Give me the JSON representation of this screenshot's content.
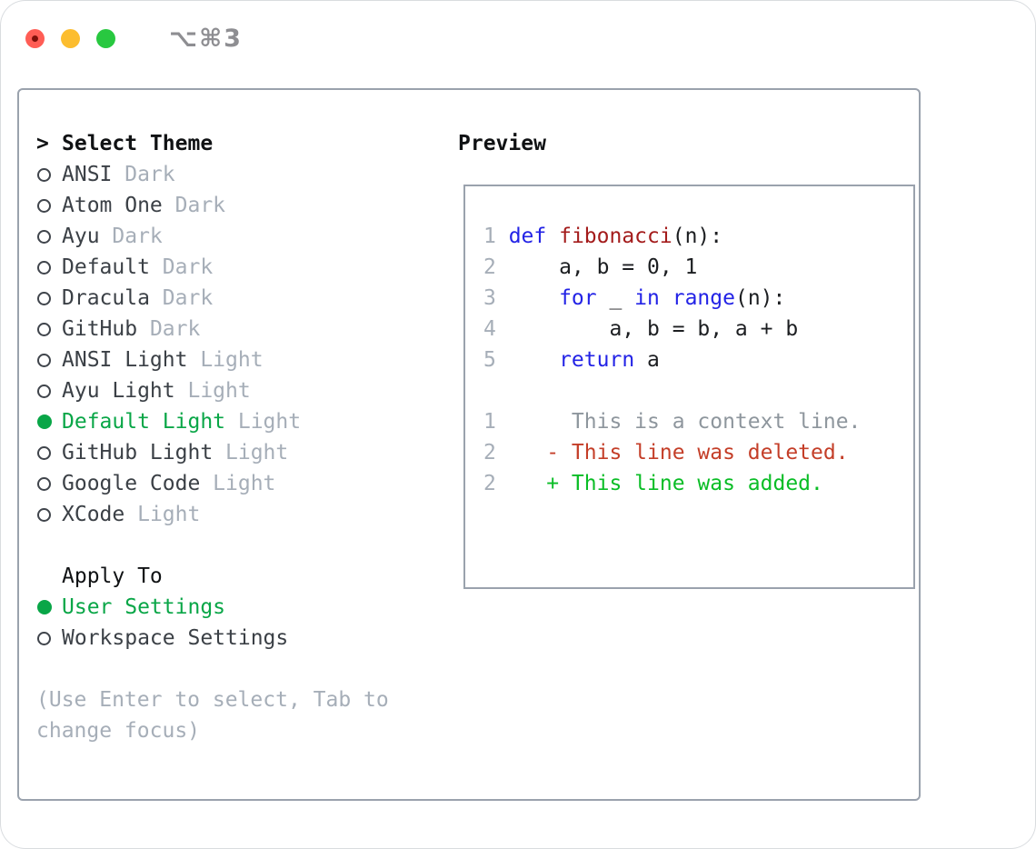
{
  "window": {
    "title": "⌥⌘3",
    "controls": [
      {
        "name": "close",
        "color_key": "traffic_red"
      },
      {
        "name": "minimize",
        "color_key": "traffic_yellow"
      },
      {
        "name": "zoom",
        "color_key": "traffic_green"
      }
    ]
  },
  "theme_panel": {
    "heading_marker": ">",
    "heading": "Select Theme",
    "items": [
      {
        "name": "ANSI",
        "tag": "Dark",
        "selected": false
      },
      {
        "name": "Atom One",
        "tag": "Dark",
        "selected": false
      },
      {
        "name": "Ayu",
        "tag": "Dark",
        "selected": false
      },
      {
        "name": "Default",
        "tag": "Dark",
        "selected": false
      },
      {
        "name": "Dracula",
        "tag": "Dark",
        "selected": false
      },
      {
        "name": "GitHub",
        "tag": "Dark",
        "selected": false
      },
      {
        "name": "ANSI Light",
        "tag": "Light",
        "selected": false
      },
      {
        "name": "Ayu Light",
        "tag": "Light",
        "selected": false
      },
      {
        "name": "Default Light",
        "tag": "Light",
        "selected": true
      },
      {
        "name": "GitHub Light",
        "tag": "Light",
        "selected": false
      },
      {
        "name": "Google Code",
        "tag": "Light",
        "selected": false
      },
      {
        "name": "XCode",
        "tag": "Light",
        "selected": false
      }
    ],
    "apply_heading": "Apply To",
    "apply_options": [
      {
        "label": "User Settings",
        "selected": true
      },
      {
        "label": "Workspace Settings",
        "selected": false
      }
    ],
    "help_lines": [
      "(Use Enter to select, Tab to",
      "change focus)"
    ]
  },
  "preview": {
    "heading": "Preview",
    "code_lines": [
      {
        "num": "1",
        "segments": [
          {
            "style": "keyword",
            "text": "def"
          },
          {
            "style": "plain",
            "text": " "
          },
          {
            "style": "function",
            "text": "fibonacci"
          },
          {
            "style": "plain",
            "text": "(n):"
          }
        ]
      },
      {
        "num": "2",
        "segments": [
          {
            "style": "plain",
            "text": "    a, b = 0, 1"
          }
        ]
      },
      {
        "num": "3",
        "segments": [
          {
            "style": "plain",
            "text": "    "
          },
          {
            "style": "keyword",
            "text": "for"
          },
          {
            "style": "plain",
            "text": " _ "
          },
          {
            "style": "keyword",
            "text": "in"
          },
          {
            "style": "plain",
            "text": " "
          },
          {
            "style": "keyword",
            "text": "range"
          },
          {
            "style": "plain",
            "text": "(n):"
          }
        ]
      },
      {
        "num": "4",
        "segments": [
          {
            "style": "plain",
            "text": "        a, b = b, a + b"
          }
        ]
      },
      {
        "num": "5",
        "segments": [
          {
            "style": "plain",
            "text": "    "
          },
          {
            "style": "keyword",
            "text": "return"
          },
          {
            "style": "plain",
            "text": " a"
          }
        ]
      }
    ],
    "diff_lines": [
      {
        "num": "1",
        "style": "context",
        "text": "     This is a context line."
      },
      {
        "num": "2",
        "style": "deleted",
        "text": "   - This line was deleted."
      },
      {
        "num": "2",
        "style": "added",
        "text": "   + This line was added."
      }
    ]
  },
  "colors": {
    "selection_green": "#09a647",
    "added_green": "#0abd26",
    "deleted_red": "#c43e28",
    "keyword_blue": "#2323e6",
    "function_red": "#a31b1b",
    "code_text": "#1c1e21",
    "muted_gray": "#a6aeb8",
    "context_gray": "#8e969d",
    "label_dark": "#3b4046",
    "heading_black": "#101214",
    "panel_border": "#9aa2ad",
    "traffic_red": "#ff5d55",
    "traffic_yellow": "#fcbd2f",
    "traffic_green": "#28c840",
    "title_gray": "#8e8e92"
  }
}
